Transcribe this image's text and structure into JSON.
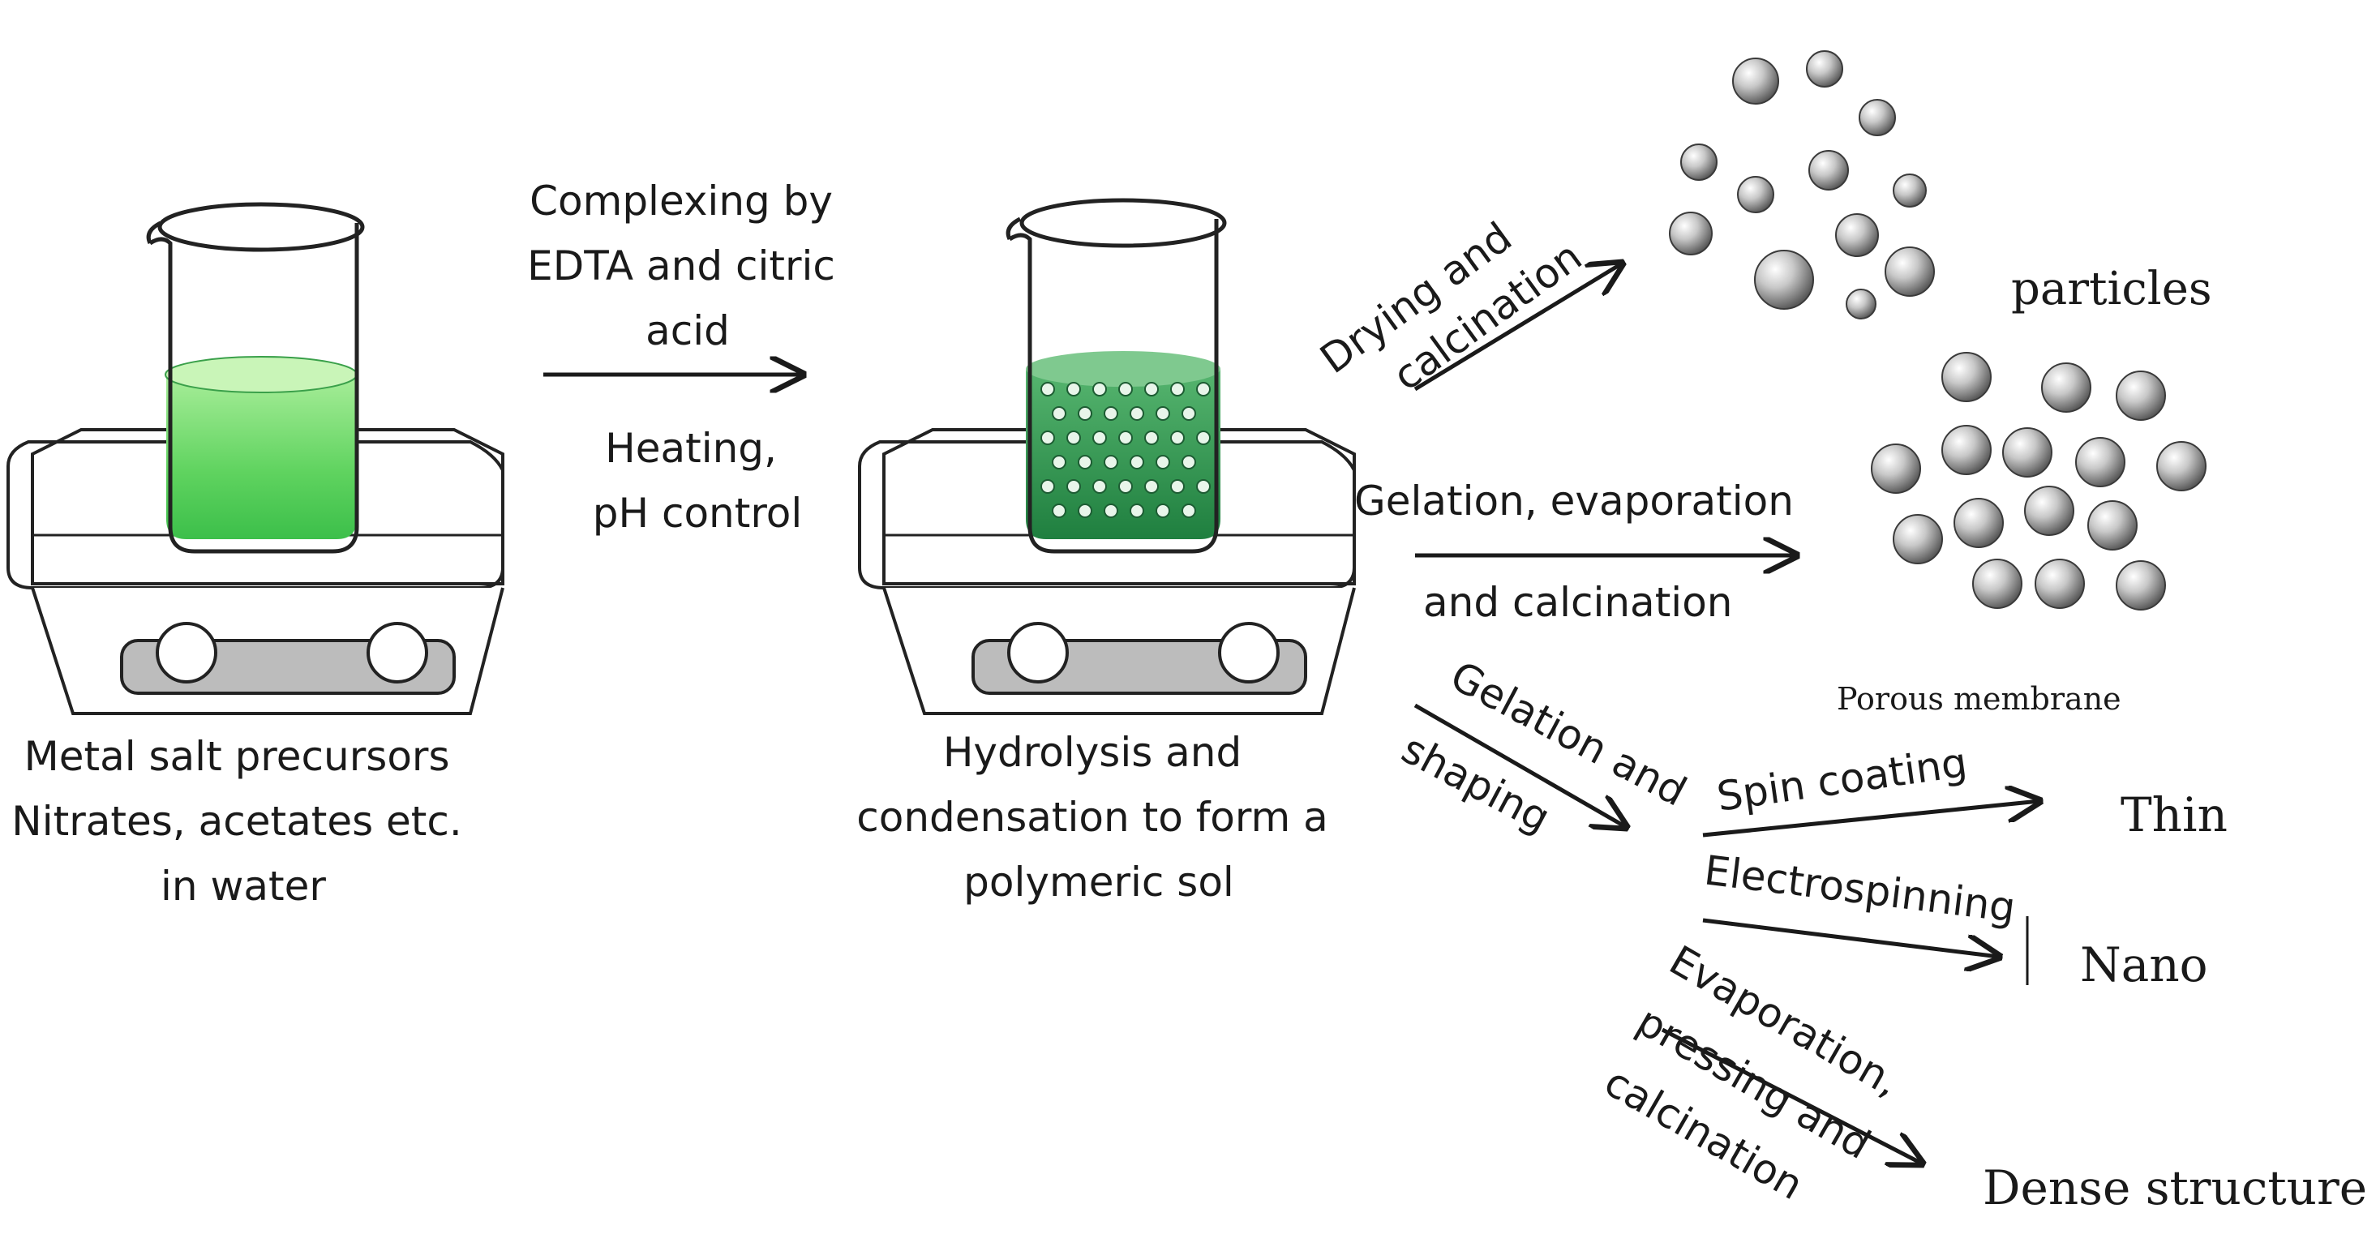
{
  "steps": {
    "precursor": {
      "lines": [
        "Metal salt precursors",
        "Nitrates, acetates etc.",
        "in water"
      ]
    },
    "complexing": {
      "above": [
        "Complexing by",
        "EDTA and citric",
        "acid"
      ],
      "below": [
        "Heating,",
        "pH control"
      ]
    },
    "sol": {
      "lines": [
        "Hydrolysis and",
        "condensation to form a",
        "polymeric sol"
      ]
    }
  },
  "routes": {
    "drying": [
      "Drying and",
      "calcination"
    ],
    "gelation_evap": [
      "Gelation, evaporation",
      "and calcination"
    ],
    "gelation_shaping": [
      "Gelation and",
      "shaping"
    ],
    "spin": "Spin coating",
    "electro": "Electrospinning",
    "evap_press": [
      "Evaporation,",
      "pressing and",
      "calcination"
    ]
  },
  "products": {
    "particles": "particles",
    "porous": "Porous membrane",
    "thin": "Thin",
    "nano": "Nano",
    "dense": "Dense structure"
  },
  "colors": {
    "solution_green": "#5fd35f",
    "sol_green": "#2f9a52",
    "ink": "#1a1a1a",
    "sphere": "#b0b0b0"
  }
}
